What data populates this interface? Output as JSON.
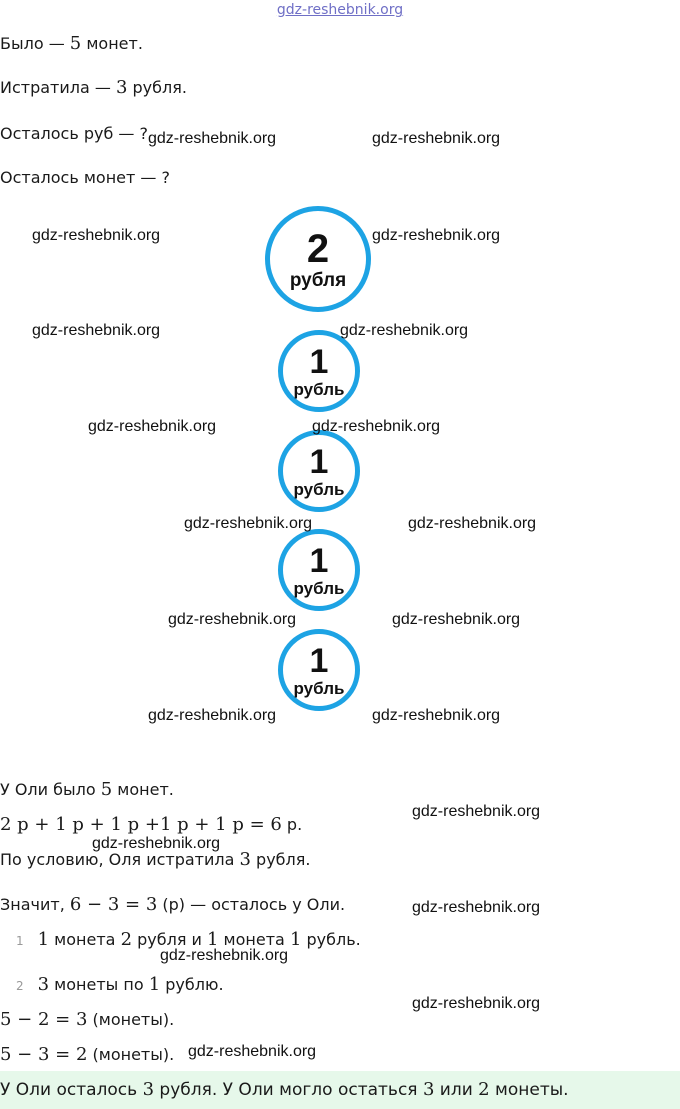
{
  "site": "gdz-reshebnik.org",
  "watermark": "gdz-reshebnik.org",
  "condition": {
    "line1": {
      "pre": "Было — ",
      "n": "5",
      "post": " монет."
    },
    "line2": {
      "pre": "Истратила — ",
      "n": "3",
      "post": " рубля."
    },
    "line3": "Осталось руб — ?",
    "line4": "Осталось монет — ?"
  },
  "coins": {
    "big": {
      "value": "2",
      "unit": "рубля"
    },
    "small": [
      {
        "value": "1",
        "unit": "рубль"
      },
      {
        "value": "1",
        "unit": "рубль"
      },
      {
        "value": "1",
        "unit": "рубль"
      },
      {
        "value": "1",
        "unit": "рубль"
      }
    ]
  },
  "solution": {
    "l1": {
      "pre": "У Оли было ",
      "n": "5",
      "post": " монет."
    },
    "l2": {
      "formula": "2 р + 1 р + 1 р +1 р + 1 р = 6",
      "post": " р."
    },
    "l3": {
      "pre": "По условию, Оля истратила ",
      "n": "3",
      "post": " рубля."
    },
    "l4": {
      "pre": "Значит, ",
      "formula": "6 − 3 = 3",
      "post": " (р) — осталось у Оли."
    },
    "o1": {
      "num": "1",
      "n1": "1",
      "mid1": " монета ",
      "n2": "2",
      "mid2": " рубля и ",
      "n3": "1",
      "mid3": " монета ",
      "n4": "1",
      "post": " рубль."
    },
    "o2": {
      "num": "2",
      "n": "3",
      "post": " монеты по ",
      "n2": "1",
      "post2": " рублю."
    },
    "l5": {
      "formula": "5 − 2 = 3",
      "post": " (монеты)."
    },
    "l6": {
      "formula": "5 − 3 = 2",
      "post": " (монеты)."
    }
  },
  "answer": {
    "pre": "У Оли осталось ",
    "n1": "3",
    "mid": " рубля. У Оли могло остаться ",
    "n2": "3",
    "mid2": " или ",
    "n3": "2",
    "post": " монеты."
  }
}
